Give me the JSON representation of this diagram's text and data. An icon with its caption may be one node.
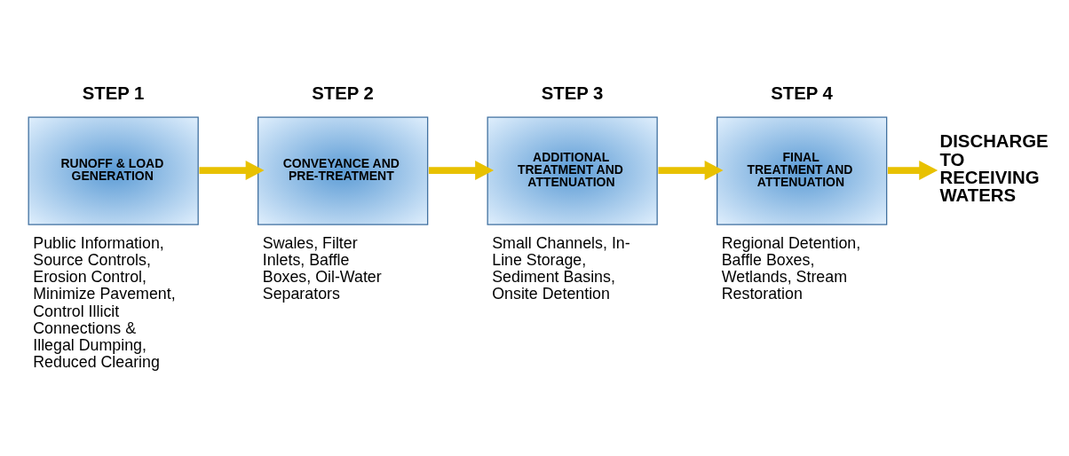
{
  "diagram": {
    "nodes": [
      {
        "text": [
          "STEP 1",
          "RUNOFF & LOAD GENERATION"
        ],
        "beside": [
          "Public Information, Source Controls, Erosion Control, Minimize Pavement, Control Illicit Connections & Illegal Dumping, Reduced Clearing"
        ]
      },
      {
        "text": [
          "STEP 2",
          "CONVEYANCE AND PRE-TREATMENT"
        ],
        "beside": [
          "Swales, Filter Inlets, Baffle Boxes, Oil-Water Separators"
        ]
      },
      {
        "text": [
          "STEP 3",
          "ADDITIONAL TREATMENT AND ATTENUATION"
        ],
        "beside": [
          "Small Channels, In-Line Storage, Sediment Basins, Onsite Detention"
        ]
      },
      {
        "text": [
          "STEP 4",
          "FINAL TREATMENT AND ATTENUATION"
        ],
        "beside": [
          "Regional Detention, Baffle Boxes, Wetlands, Stream Restoration"
        ]
      },
      {
        "text": [
          "DISCHARGE TO RECEIVING WATERS"
        ]
      }
    ],
    "edges": [
      {
        "from": 0,
        "to": 1,
        "arrow": "to"
      },
      {
        "from": 1,
        "to": 2,
        "arrow": "to"
      },
      {
        "from": 2,
        "to": 3,
        "arrow": "to"
      },
      {
        "from": 3,
        "to": 4,
        "arrow": "to"
      }
    ]
  }
}
